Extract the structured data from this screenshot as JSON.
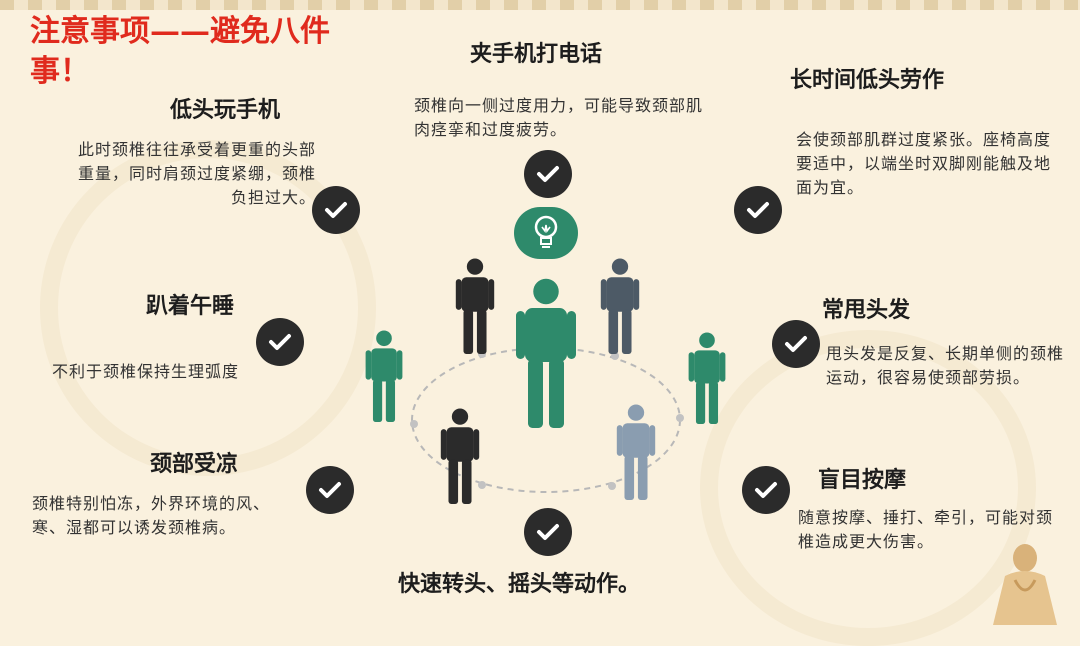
{
  "title": "注意事项——避免八件事！",
  "items": [
    {
      "heading": "低头玩手机",
      "text": "此时颈椎往往承受着更重的头部重量，同时肩颈过度紧绷，颈椎负担过大。"
    },
    {
      "heading": "趴着午睡",
      "text": "不利于颈椎保持生理弧度"
    },
    {
      "heading": "颈部受凉",
      "text": "颈椎特别怕冻，外界环境的风、寒、湿都可以诱发颈椎病。"
    },
    {
      "heading": "夹手机打电话",
      "text": "颈椎向一侧过度用力，可能导致颈部肌肉痉挛和过度疲劳。"
    },
    {
      "heading": "快速转头、摇头等动作。",
      "text": ""
    },
    {
      "heading": "长时间低头劳作",
      "text": "会使颈部肌群过度紧张。座椅高度要适中，以端坐时双脚刚能触及地面为宜。"
    },
    {
      "heading": "常甩头发",
      "text": "甩头发是反复、长期单侧的颈椎运动，很容易使颈部劳损。"
    },
    {
      "heading": "盲目按摩",
      "text": "随意按摩、捶打、牵引，可能对颈椎造成更大伤害。"
    }
  ],
  "colors": {
    "title": "#e02a1d",
    "check_circle": "#2b2b2b",
    "accent_green": "#2e8a6b",
    "figure_dark": "#2b2b2b",
    "figure_slate": "#4d5a66",
    "figure_light": "#8a9db0"
  },
  "icons": [
    "checkmark-icon",
    "lightbulb-icon",
    "person-icon"
  ]
}
